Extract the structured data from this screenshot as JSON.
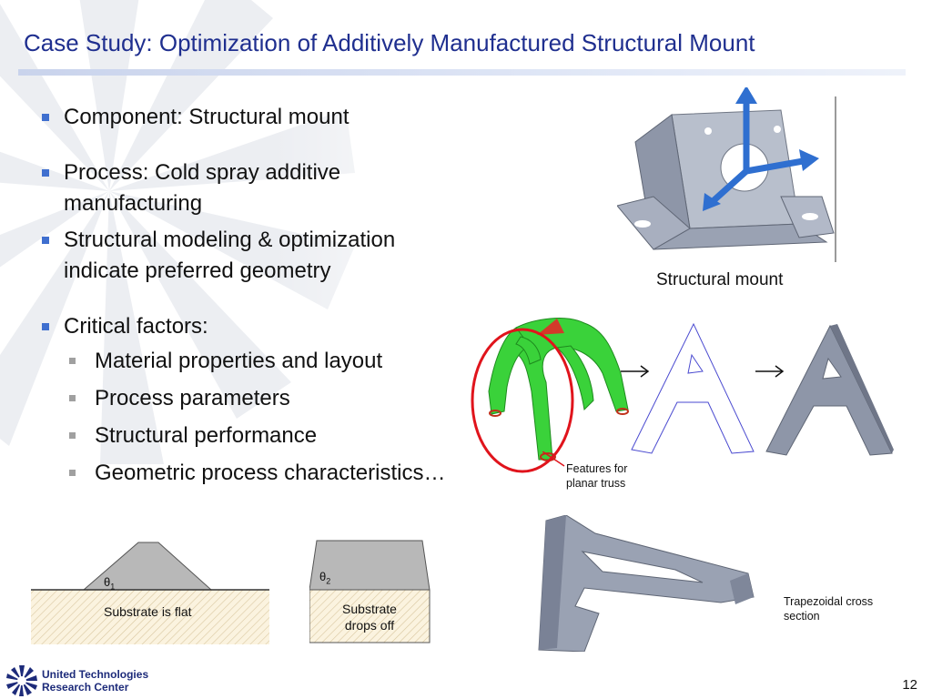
{
  "slide": {
    "title": "Case Study: Optimization of Additively Manufactured Structural Mount",
    "page_number": "12"
  },
  "bullets": [
    {
      "text": "Component: Structural mount"
    },
    {
      "text": "Process: Cold spray additive manufacturing"
    },
    {
      "text": "Structural modeling & optimization indicate preferred geometry"
    },
    {
      "text": "Critical factors:",
      "sub": [
        "Material properties and layout",
        "Process parameters",
        "Structural performance",
        "Geometric process characteristics…"
      ]
    }
  ],
  "figures": {
    "mount_caption": "Structural mount",
    "truss_caption": "Features for planar truss",
    "trapezoid_caption": "Trapezoidal cross section",
    "flat_label": "Substrate is flat",
    "drops_label": "Substrate drops off",
    "theta1_symbol": "θ",
    "theta1_sub": "1",
    "theta2_symbol": "θ",
    "theta2_sub": "2"
  },
  "footer": {
    "logo_line1": "United Technologies",
    "logo_line2": "Research Center"
  },
  "colors": {
    "title": "#1f2f8f",
    "bullet_primary": "#3f6fcf",
    "bullet_secondary": "#a0a0a0",
    "truss_green": "#3ad23a",
    "highlight_red": "#e0141c",
    "part_gray": "#8e96a8"
  }
}
